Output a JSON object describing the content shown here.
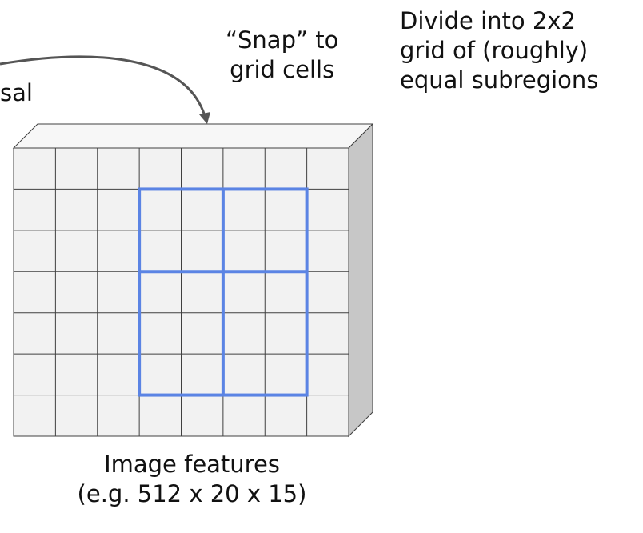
{
  "labels": {
    "partial_left": "sal",
    "snap": "“Snap” to\ngrid cells",
    "divide": "Divide into 2x2\ngrid of (roughly)\nequal subregions",
    "caption": "Image features\n(e.g. 512 x 20 x 15)"
  },
  "grid": {
    "cols": 8,
    "rows": 7
  },
  "roi": {
    "col_start": 3,
    "col_end": 7,
    "row_start": 1,
    "row_end": 6,
    "subdiv_cols": 2,
    "subdiv_rows": 2
  },
  "colors": {
    "face": "#f2f2f2",
    "top": "#f7f7f7",
    "side": "#c7c7c7",
    "cell_line": "#404040",
    "roi": "#5b84e4",
    "arrow": "#555555"
  }
}
